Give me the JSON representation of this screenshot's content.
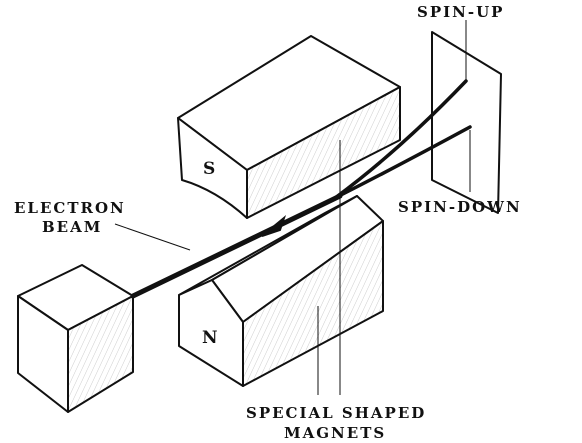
{
  "labels": {
    "spin_up": "SPIN-UP",
    "spin_down": "SPIN-DOWN",
    "electron": "ELECTRON",
    "beam": "BEAM",
    "special_shaped": "SPECIAL SHAPED",
    "magnets": "MAGNETS"
  },
  "poles": {
    "south": "S",
    "north": "N"
  },
  "colors": {
    "ink": "#111111",
    "paper": "#ffffff"
  }
}
